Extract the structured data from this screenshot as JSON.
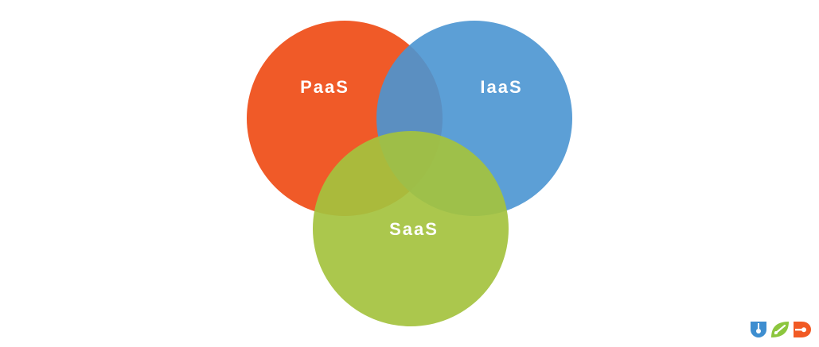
{
  "diagram": {
    "circles": [
      {
        "id": "paas",
        "label": "PaaS",
        "color": "#F05A28"
      },
      {
        "id": "iaas",
        "label": "IaaS",
        "color": "#4A95D2"
      },
      {
        "id": "saas",
        "label": "SaaS",
        "color": "#A4C23E"
      }
    ]
  },
  "logo": {
    "icons": [
      "shield-icon",
      "leaf-icon",
      "d-icon"
    ],
    "colors": [
      "#3E8ED0",
      "#8CC63E",
      "#F15A24"
    ]
  }
}
